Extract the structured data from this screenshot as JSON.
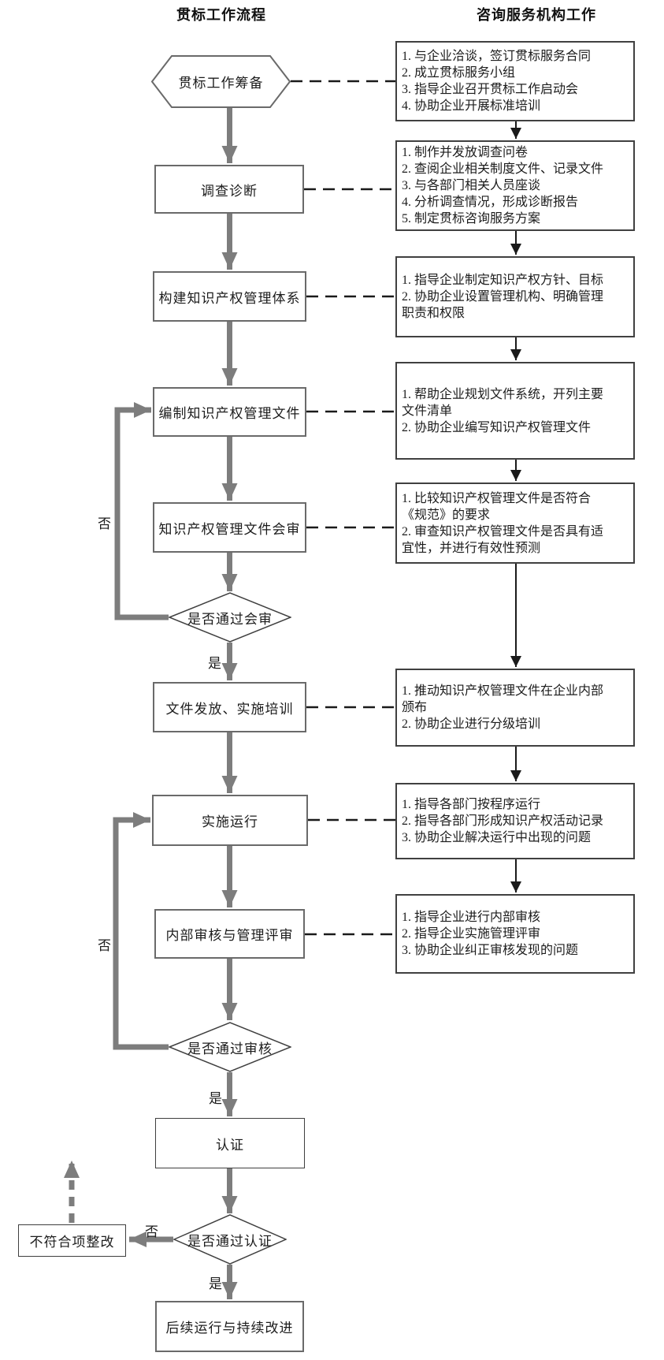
{
  "headers": {
    "left": "贯标工作流程",
    "right": "咨询服务机构工作"
  },
  "flow_nodes": {
    "prep": "贯标工作筹备",
    "diagnose": "调查诊断",
    "build_system": "构建知识产权管理体系",
    "draft_docs": "编制知识产权管理文件",
    "doc_review": "知识产权管理文件会审",
    "pass_review": "是否通过会审",
    "issue_training": "文件发放、实施培训",
    "run": "实施运行",
    "internal_audit": "内部审核与管理评审",
    "pass_audit": "是否通过审核",
    "certify": "认证",
    "pass_cert": "是否通过认证",
    "rectify": "不符合项整改",
    "continuous": "后续运行与持续改进"
  },
  "branch_labels": {
    "yes": "是",
    "no": "否"
  },
  "consultant_boxes": [
    {
      "lines": [
        "1. 与企业洽谈，签订贯标服务合同",
        "2. 成立贯标服务小组",
        "3. 指导企业召开贯标工作启动会",
        "4. 协助企业开展标准培训"
      ]
    },
    {
      "lines": [
        "1. 制作并发放调查问卷",
        "2. 查阅企业相关制度文件、记录文件",
        "3. 与各部门相关人员座谈",
        "4. 分析调查情况，形成诊断报告",
        "5. 制定贯标咨询服务方案"
      ]
    },
    {
      "lines": [
        "1. 指导企业制定知识产权方针、目标",
        "2. 协助企业设置管理机构、明确管理",
        "职责和权限"
      ]
    },
    {
      "lines": [
        "1. 帮助企业规划文件系统，开列主要",
        "文件清单",
        "2. 协助企业编写知识产权管理文件"
      ]
    },
    {
      "lines": [
        "1. 比较知识产权管理文件是否符合",
        "《规范》的要求",
        "2. 审查知识产权管理文件是否具有适",
        "宜性，并进行有效性预测"
      ]
    },
    {
      "lines": [
        "1. 推动知识产权管理文件在企业内部",
        "颁布",
        "2. 协助企业进行分级培训"
      ]
    },
    {
      "lines": [
        "1. 指导各部门按程序运行",
        "2. 指导各部门形成知识产权活动记录",
        "3. 协助企业解决运行中出现的问题"
      ]
    },
    {
      "lines": [
        "1. 指导企业进行内部审核",
        "2. 指导企业实施管理评审",
        "3. 协助企业纠正审核发现的问题"
      ]
    }
  ],
  "colors": {
    "thick_arrow_gray": "#7d7d7d",
    "thin_line_black": "#1a1a1a",
    "shape_border_gray": "#6a6a6a",
    "box_border_dark": "#404040",
    "background": "#ffffff"
  }
}
